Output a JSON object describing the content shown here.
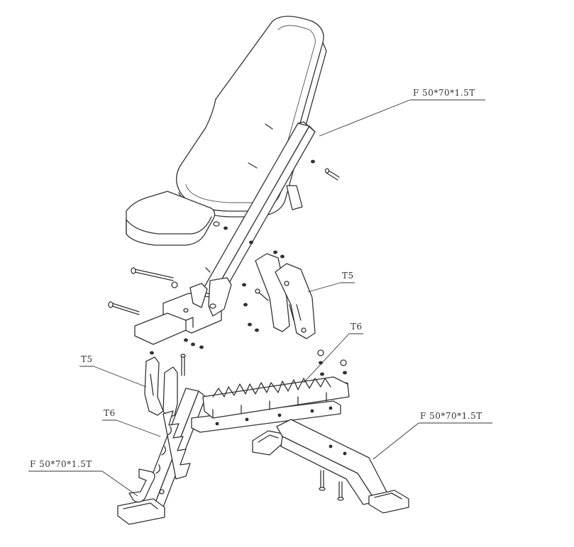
{
  "labels": {
    "backrest_tube": "F 50*70*1.5T",
    "upper_bracket": "T5",
    "right_teeth": "T6",
    "left_bracket": "T5",
    "left_teeth": "T6",
    "front_leg_tube": "F 50*70*1.5T",
    "rear_leg_tube": "F 50*70*1.5T"
  }
}
